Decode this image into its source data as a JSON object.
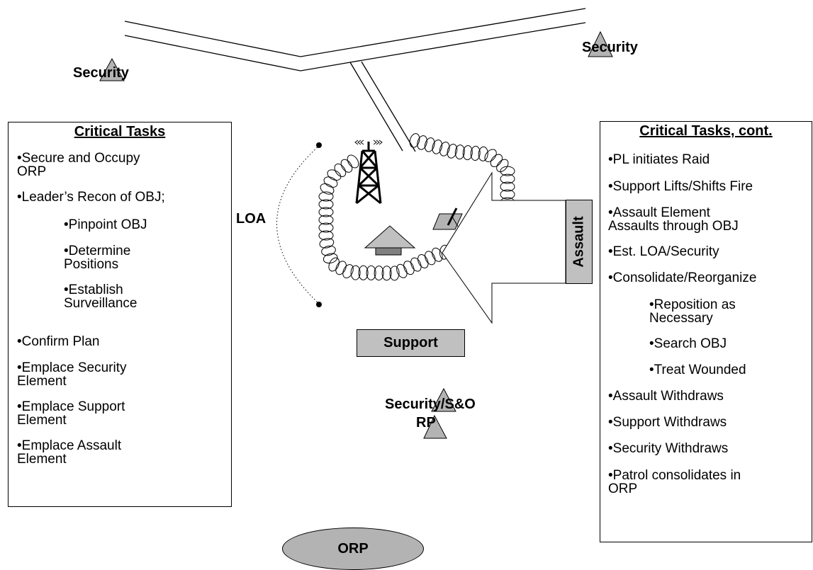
{
  "labels": {
    "security_left": "Security",
    "security_right": "Security",
    "security_so": "Security/S&O",
    "rp": "RP",
    "loa": "LOA",
    "support": "Support",
    "assault": "Assault",
    "orp": "ORP"
  },
  "left_box": {
    "title": "Critical Tasks",
    "items": [
      "•Secure and Occupy\nORP",
      "•Leader’s Recon of OBJ;",
      "•Pinpoint OBJ",
      "•Determine\nPositions",
      "•Establish\nSurveillance",
      "•Confirm Plan",
      "•Emplace Security\nElement",
      "•Emplace Support\nElement",
      "•Emplace Assault\nElement"
    ]
  },
  "right_box": {
    "title": "Critical Tasks, cont.",
    "items": [
      "•PL initiates Raid",
      "•Support Lifts/Shifts Fire",
      "•Assault Element\nAssaults through OBJ",
      "•Est. LOA/Security",
      "•Consolidate/Reorganize",
      "•Reposition as\nNecessary",
      "•Search OBJ",
      "•Treat Wounded",
      "•Assault Withdraws",
      "•Support Withdraws",
      "•Security Withdraws",
      "•Patrol consolidates in\nORP"
    ]
  },
  "colors": {
    "symbol_fill": "#b3b3b3",
    "label_fill": "#c0c0c0",
    "line": "#000000"
  }
}
